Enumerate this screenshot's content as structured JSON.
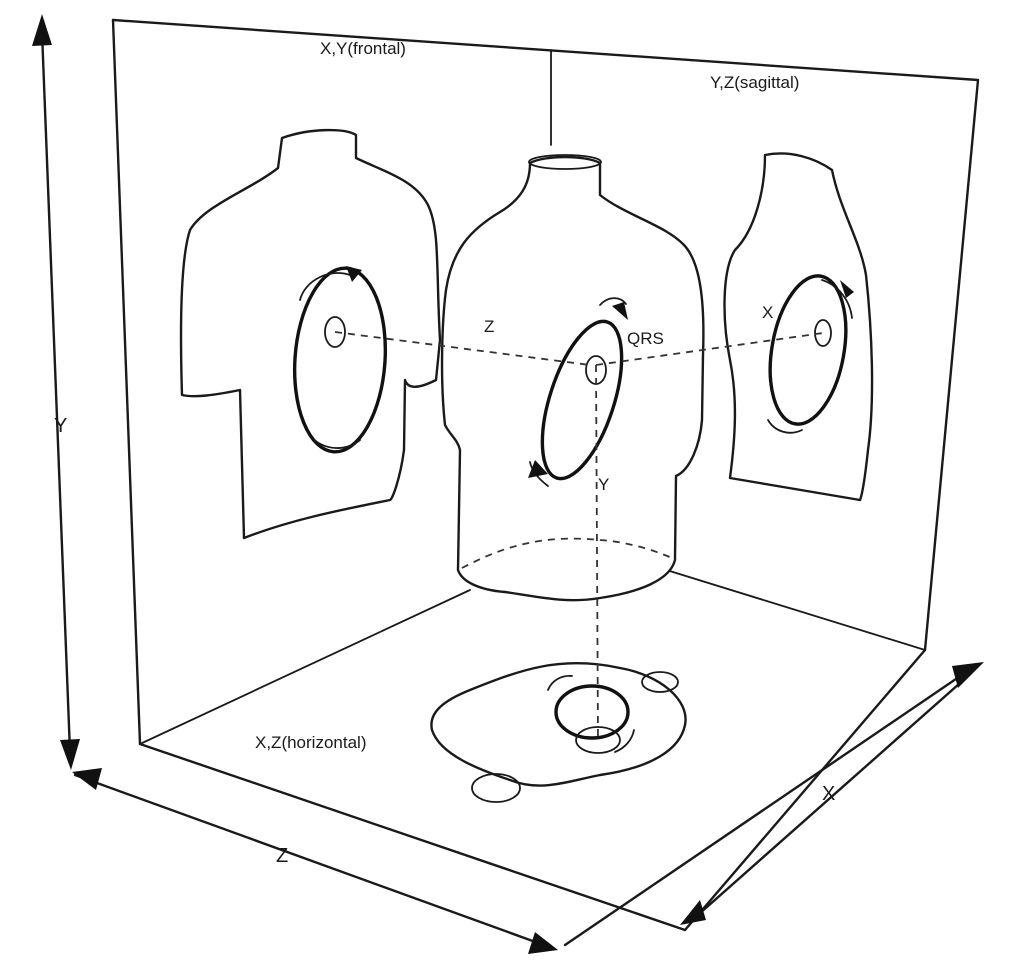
{
  "planes": {
    "frontal": "X,Y(frontal)",
    "sagittal": "Y,Z(sagittal)",
    "horizontal": "X,Z(horizontal)"
  },
  "axes": {
    "y_outer": "Y",
    "z_outer": "Z",
    "x_outer": "X",
    "z_inner": "Z",
    "x_inner": "X",
    "y_inner": "Y"
  },
  "loop_label": "QRS"
}
